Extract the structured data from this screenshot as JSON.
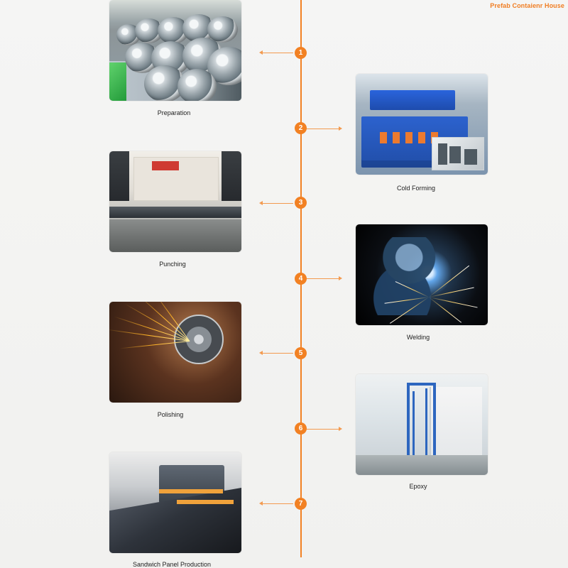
{
  "brand": {
    "text": "Prefab Contaienr House"
  },
  "timeline": {
    "steps": [
      {
        "number": "1",
        "label": "Preparation",
        "side": "left"
      },
      {
        "number": "2",
        "label": "Cold Forming",
        "side": "right"
      },
      {
        "number": "3",
        "label": "Punching",
        "side": "left"
      },
      {
        "number": "4",
        "label": "Welding",
        "side": "right"
      },
      {
        "number": "5",
        "label": "Polishing",
        "side": "left"
      },
      {
        "number": "6",
        "label": "Epoxy",
        "side": "right"
      },
      {
        "number": "7",
        "label": "Sandwich Panel Production",
        "side": "left"
      }
    ]
  },
  "colors": {
    "accent": "#f28123"
  }
}
